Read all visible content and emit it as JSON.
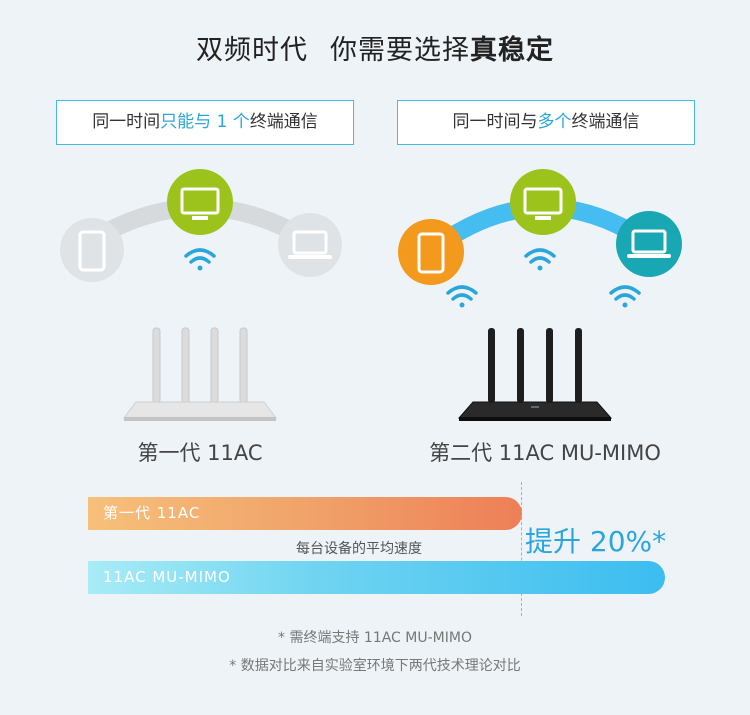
{
  "title": {
    "part1": "双频时代",
    "part2": "你需要选择",
    "part3": "真稳定"
  },
  "tags": {
    "left": {
      "pre": "同一时间",
      "hl": "只能与 1 个",
      "post": "终端通信"
    },
    "right": {
      "pre": "同一时间与",
      "hl": "多个",
      "post": "终端通信"
    }
  },
  "routers": {
    "gen1": "第一代 11AC",
    "gen2": "第二代 11AC MU-MIMO"
  },
  "comparison": {
    "bar1_label": "第一代 11AC",
    "bar1_fraction": 0.752,
    "bar2_label": "11AC MU-MIMO",
    "bar2_fraction": 1.0,
    "middle_text": "每台设备的平均速度",
    "boost": "提升 20%*"
  },
  "notes": {
    "note1": "* 需终端支持 11AC MU-MIMO",
    "note2": "* 数据对比来自实验室环境下两代技术理论对比"
  },
  "icons": {
    "phone": "phone-icon",
    "monitor": "monitor-icon",
    "laptop": "laptop-icon",
    "wifi": "wifi-icon",
    "router": "router-icon"
  },
  "colors": {
    "accent_blue": "#2aa6dc",
    "green": "#9bc31b",
    "orange": "#f39a1e",
    "teal": "#1aa7b4",
    "gray_device": "#d9dde0",
    "bar1_end": "#ee7f57",
    "bar2_end": "#3cbdf0"
  }
}
